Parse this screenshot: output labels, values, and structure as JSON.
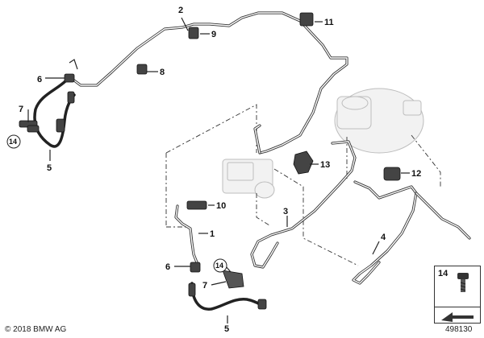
{
  "callouts": {
    "c1": "1",
    "c2": "2",
    "c3": "3",
    "c4": "4",
    "c5a": "5",
    "c5b": "5",
    "c6a": "6",
    "c6b": "6",
    "c7a": "7",
    "c7b": "7",
    "c8": "8",
    "c9": "9",
    "c10": "10",
    "c11": "11",
    "c12": "12",
    "c13": "13",
    "c14a": "14",
    "c14b": "14"
  },
  "inset": {
    "number": "14"
  },
  "footer": {
    "copyright": "© 2018 BMW AG",
    "figure_number": "498130"
  }
}
